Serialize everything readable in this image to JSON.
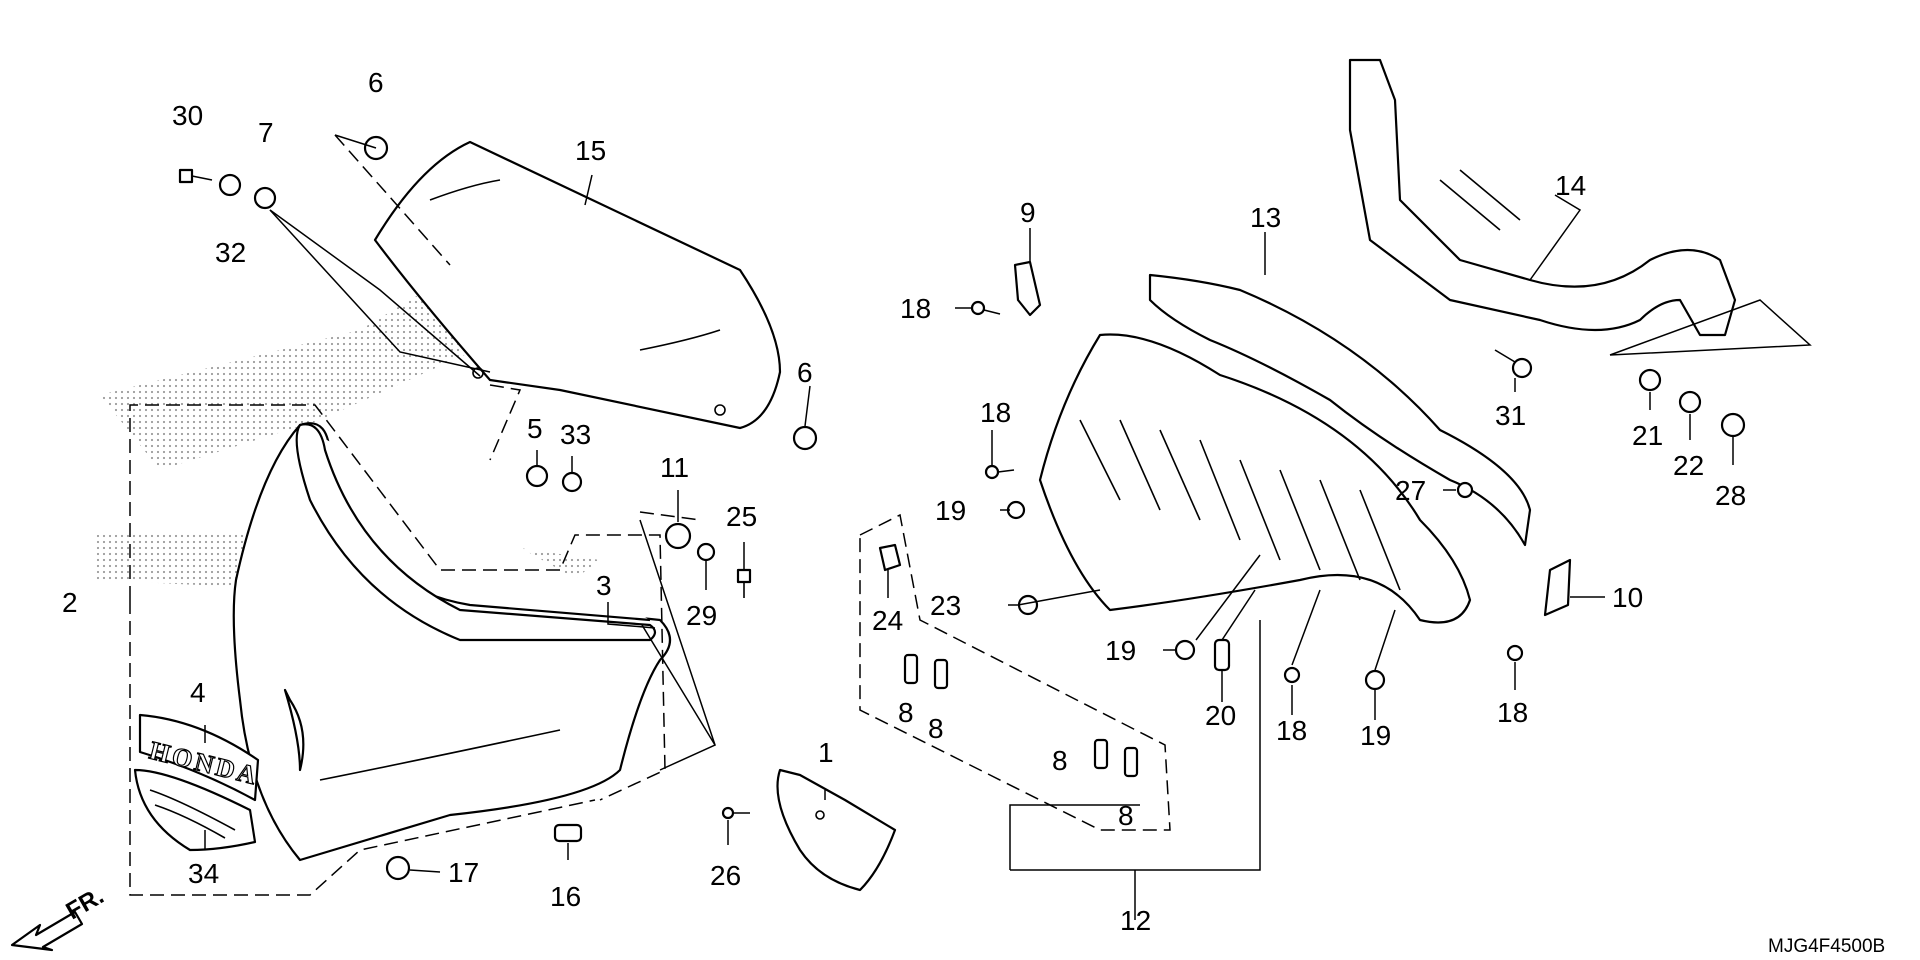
{
  "diagram": {
    "code": "MJG4F4500B",
    "front_arrow_label": "FR.",
    "brand_text": "HONDA",
    "callouts": [
      {
        "id": "c30",
        "label": "30"
      },
      {
        "id": "c32",
        "label": "32"
      },
      {
        "id": "c7",
        "label": "7"
      },
      {
        "id": "c6a",
        "label": "6"
      },
      {
        "id": "c15",
        "label": "15"
      },
      {
        "id": "c6b",
        "label": "6"
      },
      {
        "id": "c5",
        "label": "5"
      },
      {
        "id": "c33",
        "label": "33"
      },
      {
        "id": "c11",
        "label": "11"
      },
      {
        "id": "c25",
        "label": "25"
      },
      {
        "id": "c29",
        "label": "29"
      },
      {
        "id": "c2",
        "label": "2"
      },
      {
        "id": "c3",
        "label": "3"
      },
      {
        "id": "c4",
        "label": "4"
      },
      {
        "id": "c34",
        "label": "34"
      },
      {
        "id": "c17",
        "label": "17"
      },
      {
        "id": "c16",
        "label": "16"
      },
      {
        "id": "c1",
        "label": "1"
      },
      {
        "id": "c26",
        "label": "26"
      },
      {
        "id": "c9",
        "label": "9"
      },
      {
        "id": "c18a",
        "label": "18"
      },
      {
        "id": "c18b",
        "label": "18"
      },
      {
        "id": "c19a",
        "label": "19"
      },
      {
        "id": "c23",
        "label": "23"
      },
      {
        "id": "c24",
        "label": "24"
      },
      {
        "id": "c8a",
        "label": "8"
      },
      {
        "id": "c8b",
        "label": "8"
      },
      {
        "id": "c8c",
        "label": "8"
      },
      {
        "id": "c8d",
        "label": "8"
      },
      {
        "id": "c12",
        "label": "12"
      },
      {
        "id": "c13",
        "label": "13"
      },
      {
        "id": "c19b",
        "label": "19"
      },
      {
        "id": "c20",
        "label": "20"
      },
      {
        "id": "c18c",
        "label": "18"
      },
      {
        "id": "c19c",
        "label": "19"
      },
      {
        "id": "c27",
        "label": "27"
      },
      {
        "id": "c14",
        "label": "14"
      },
      {
        "id": "c31",
        "label": "31"
      },
      {
        "id": "c21",
        "label": "21"
      },
      {
        "id": "c22",
        "label": "22"
      },
      {
        "id": "c28",
        "label": "28"
      },
      {
        "id": "c10",
        "label": "10"
      },
      {
        "id": "c18d",
        "label": "18"
      }
    ]
  }
}
